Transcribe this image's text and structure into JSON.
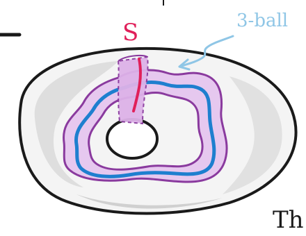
{
  "labels": {
    "sphere_label": "S",
    "ball_label": "3-ball",
    "partial_text": "Th"
  },
  "colors": {
    "sphere_red": "#e0205a",
    "ball_blue": "#8fc6e6",
    "curve_blue": "#1e7fcf",
    "purple": "#8a3a9e",
    "purple_fill": "#e6c8ef",
    "torus_shade": "#d9d9d9",
    "outline": "#1a1a1a"
  },
  "icons": {
    "arrow": "squiggle-arrow-icon"
  }
}
